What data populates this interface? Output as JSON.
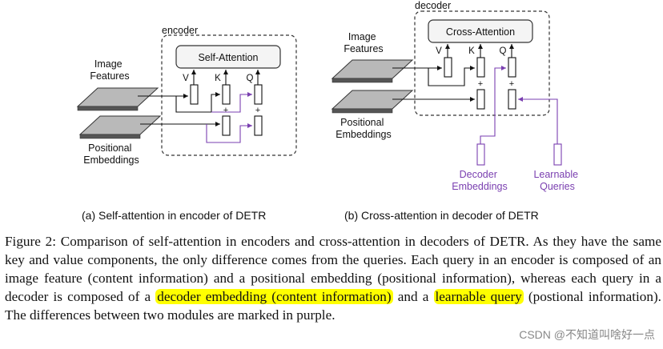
{
  "figure": {
    "encoder": {
      "title": "encoder",
      "block_label": "Self-Attention",
      "v": "V",
      "k": "K",
      "q": "Q",
      "plus": "+",
      "image_features": [
        "Image",
        "Features"
      ],
      "positional_embeddings": [
        "Positional",
        "Embeddings"
      ],
      "caption": "(a) Self-attention in encoder of DETR"
    },
    "decoder": {
      "title": "decoder",
      "block_label": "Cross-Attention",
      "v": "V",
      "k": "K",
      "q": "Q",
      "plus": "+",
      "image_features": [
        "Image",
        "Features"
      ],
      "positional_embeddings": [
        "Positional",
        "Embeddings"
      ],
      "decoder_embeddings": [
        "Decoder",
        "Embeddings"
      ],
      "learnable_queries": [
        "Learnable",
        "Queries"
      ],
      "caption": "(b) Cross-attention in decoder of DETR"
    },
    "colors": {
      "purple": "#7a3fb0",
      "black": "#111111",
      "plate": "#b9b9b9"
    }
  },
  "caption": {
    "part1": "Figure 2: Comparison of self-attention in encoders and cross-attention in decoders of DETR. As they have the same key and value components, the only difference comes from the queries. Each query in an encoder is composed of an image feature (content information) and a positional embedding (positional information), whereas each query in a decoder is composed of a ",
    "highlight1": "decoder embedding (content information)",
    "part2": " and a ",
    "highlight2": "learnable query",
    "part3": " (postional information). The differences between two modules are marked in purple."
  },
  "watermark": "CSDN @不知道叫啥好一点"
}
